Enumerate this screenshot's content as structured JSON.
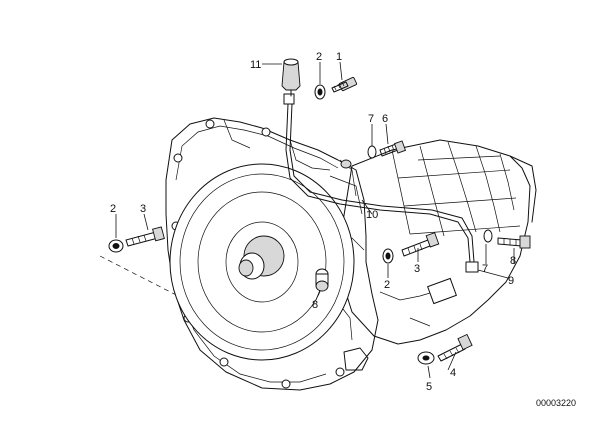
{
  "diagram": {
    "document_number": "00003220",
    "callouts": [
      {
        "id": "c-11a",
        "label": "11"
      },
      {
        "id": "c-2a",
        "label": "2"
      },
      {
        "id": "c-1",
        "label": "1"
      },
      {
        "id": "c-7a",
        "label": "7"
      },
      {
        "id": "c-6",
        "label": "6"
      },
      {
        "id": "c-2b",
        "label": "2"
      },
      {
        "id": "c-3a",
        "label": "3"
      },
      {
        "id": "c-10",
        "label": "10"
      },
      {
        "id": "c-3b",
        "label": "3"
      },
      {
        "id": "c-2c",
        "label": "2"
      },
      {
        "id": "c-8a",
        "label": "8"
      },
      {
        "id": "c-7b",
        "label": "7"
      },
      {
        "id": "c-8b",
        "label": "8"
      },
      {
        "id": "c-9",
        "label": "9"
      },
      {
        "id": "c-5",
        "label": "5"
      },
      {
        "id": "c-4",
        "label": "4"
      }
    ]
  }
}
